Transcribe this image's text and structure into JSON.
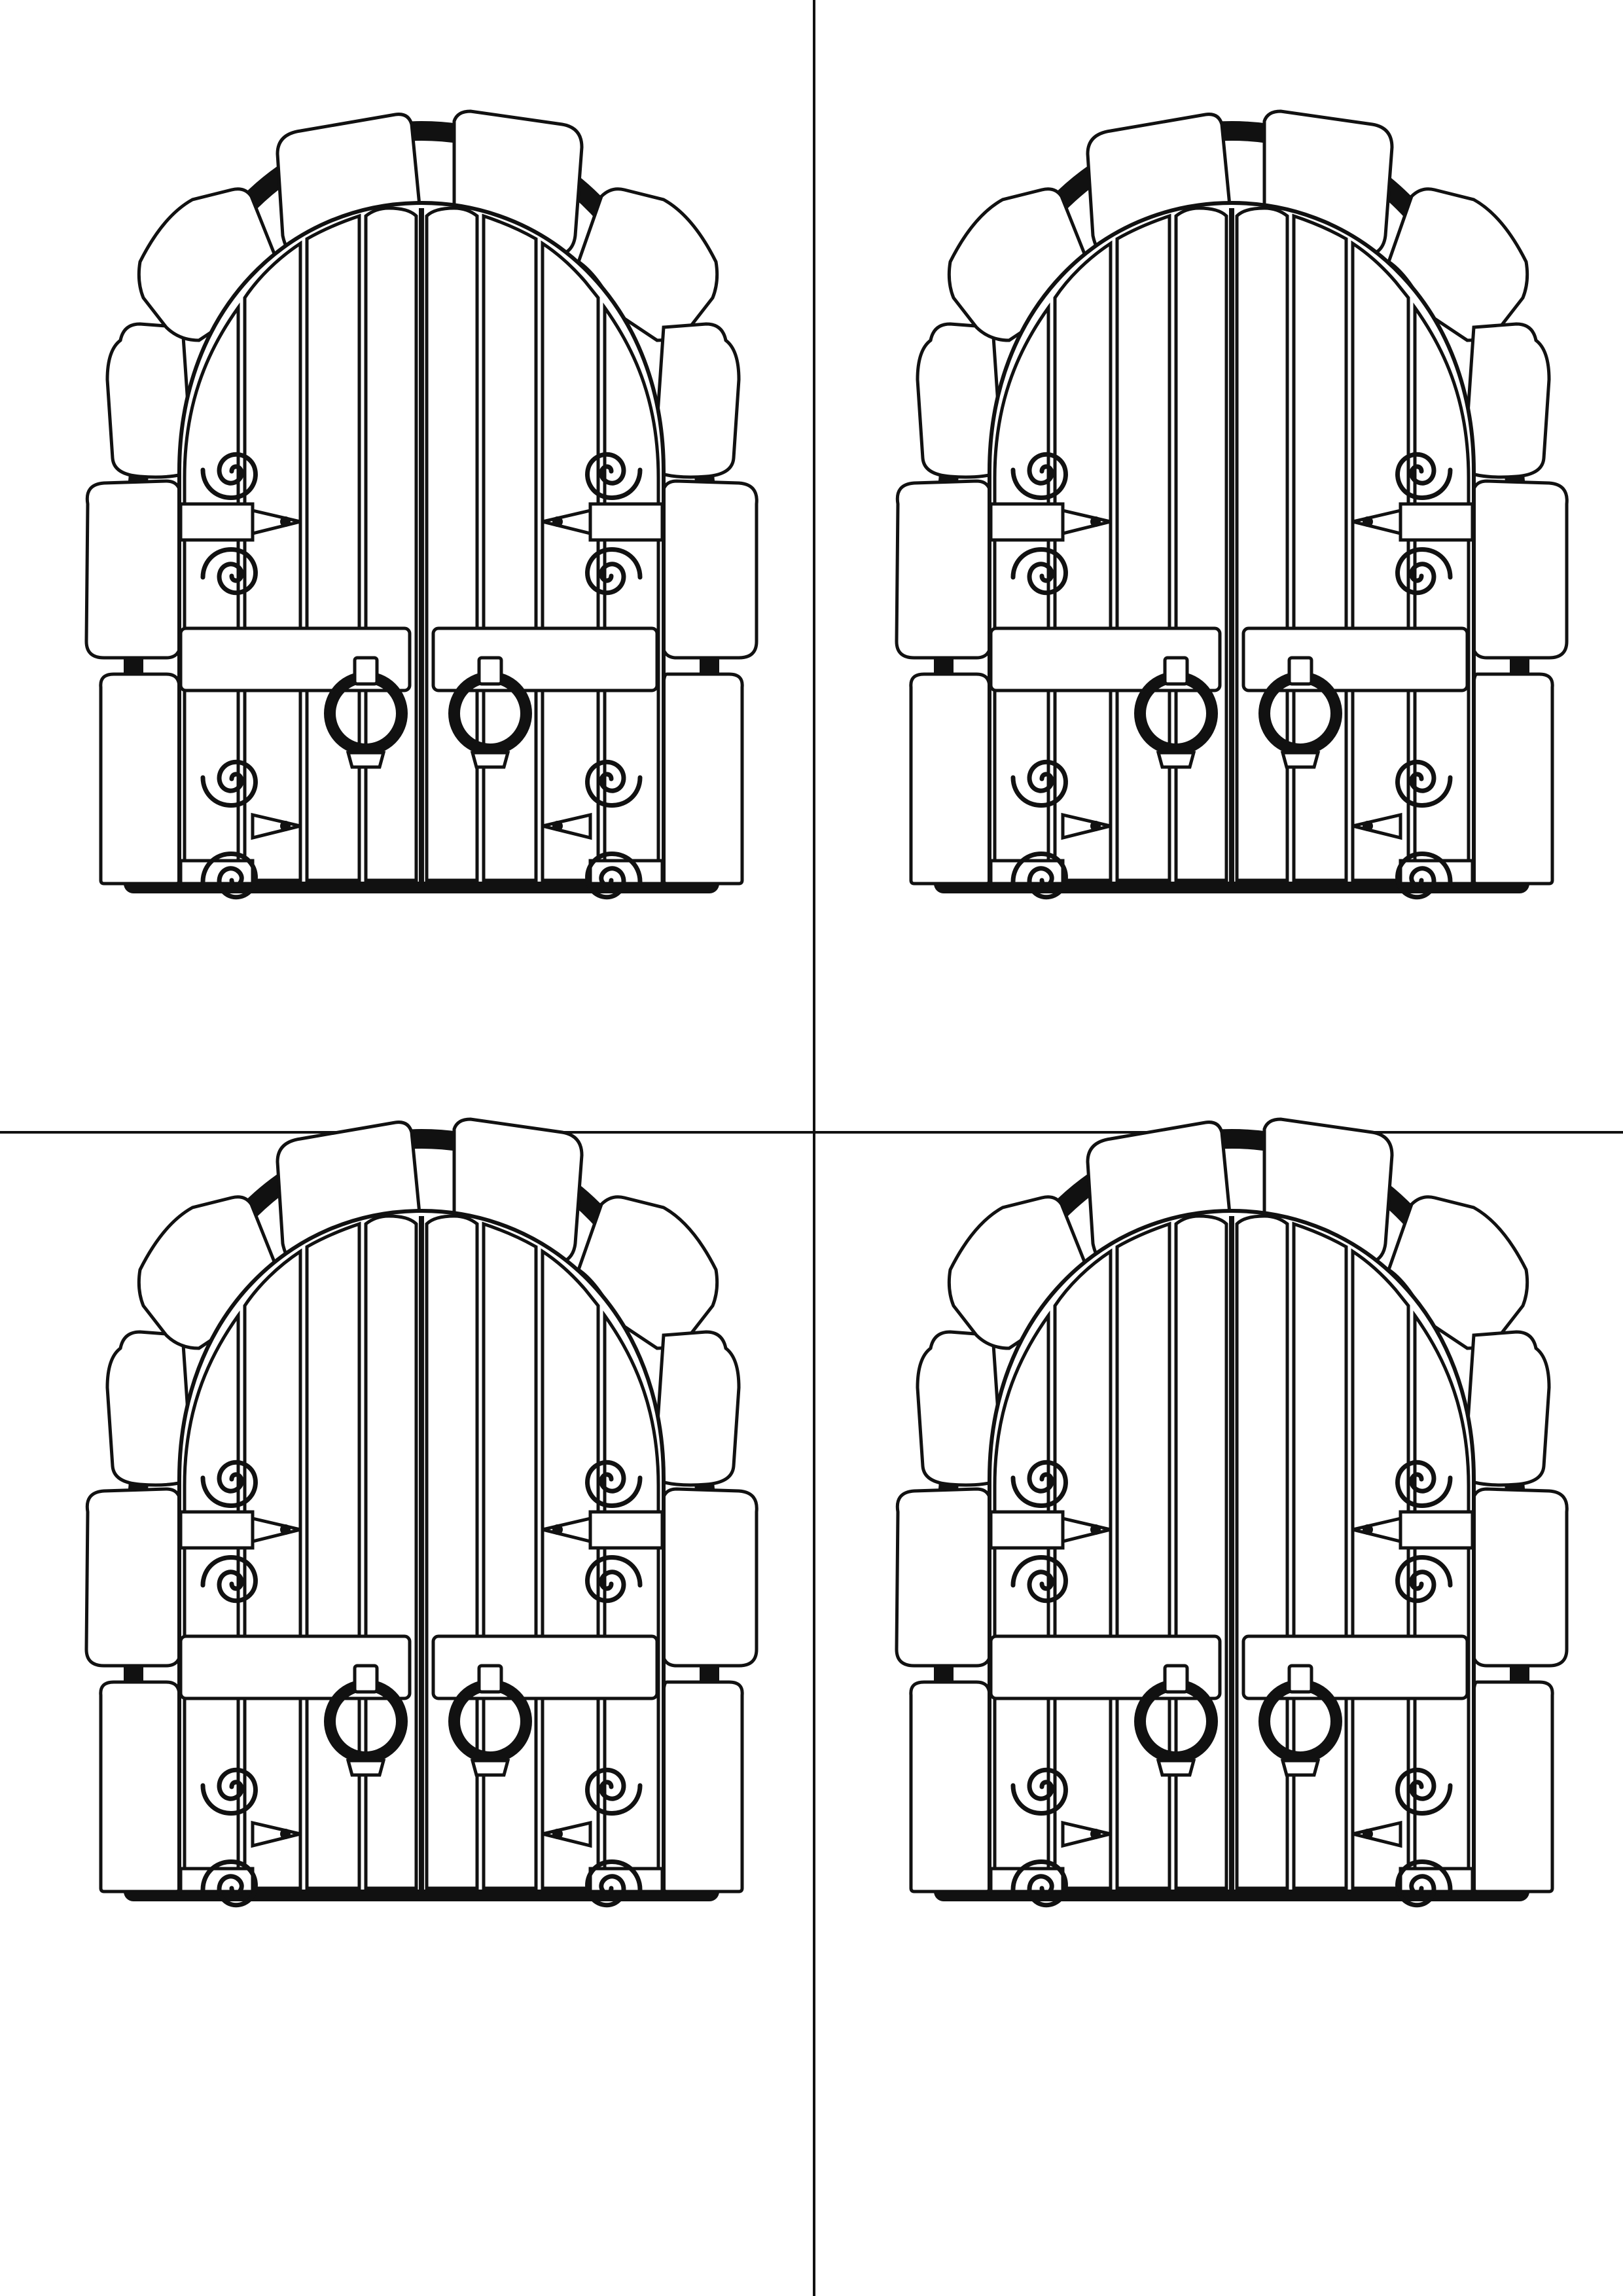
{
  "sheet": {
    "type": "coloring-page",
    "subject": "castle-door",
    "grid": {
      "rows": 2,
      "cols": 2
    },
    "line_color": "#111111",
    "paper_color": "#ffffff"
  },
  "doors": [
    {
      "id": "door-top-left"
    },
    {
      "id": "door-top-right"
    },
    {
      "id": "door-bottom-left"
    },
    {
      "id": "door-bottom-right"
    }
  ]
}
